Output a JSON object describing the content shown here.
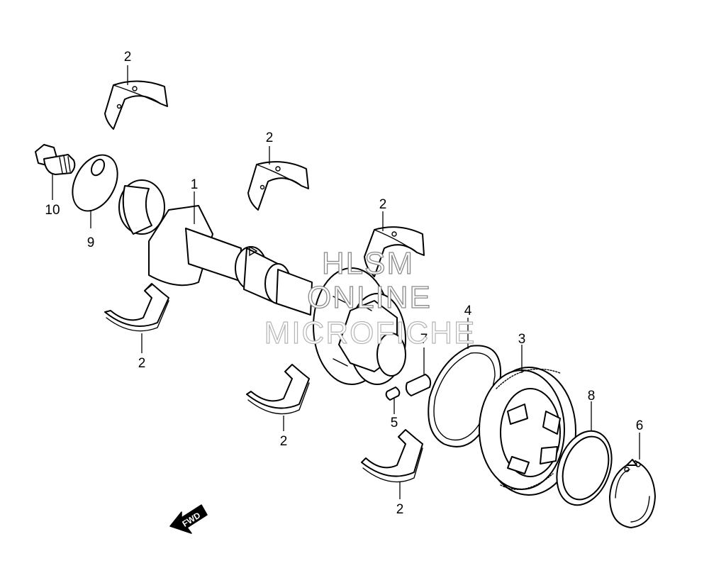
{
  "parts": [
    {
      "id": "1",
      "label": "1"
    },
    {
      "id": "2",
      "label": "2"
    },
    {
      "id": "3",
      "label": "3"
    },
    {
      "id": "4",
      "label": "4"
    },
    {
      "id": "5",
      "label": "5"
    },
    {
      "id": "6",
      "label": "6"
    },
    {
      "id": "7",
      "label": "7"
    },
    {
      "id": "8",
      "label": "8"
    },
    {
      "id": "9",
      "label": "9"
    },
    {
      "id": "10",
      "label": "10"
    }
  ],
  "watermark": {
    "line1": "HLSM",
    "line2": "ONLINE",
    "line3": "MICROFICHE"
  },
  "direction_arrow": {
    "label": "FWD"
  }
}
